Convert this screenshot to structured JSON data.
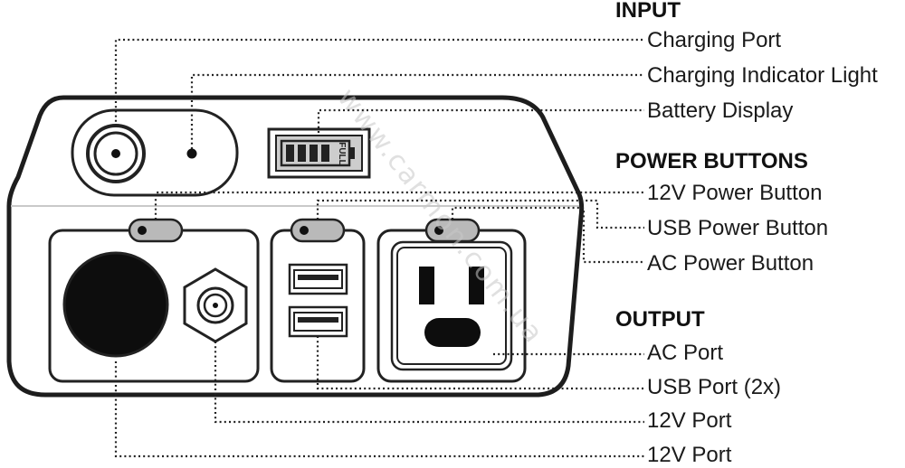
{
  "sections": {
    "input": {
      "heading": "INPUT",
      "items": [
        "Charging  Port",
        "Charging Indicator Light",
        "Battery Display"
      ]
    },
    "power_buttons": {
      "heading": "POWER BUTTONS",
      "items": [
        "12V Power Button",
        "USB Power Button",
        "AC Power Button"
      ]
    },
    "output": {
      "heading": "OUTPUT",
      "items": [
        "AC Port",
        "USB Port (2x)",
        "12V Port",
        "12V Port"
      ]
    }
  },
  "battery_display": {
    "text": "FULL"
  },
  "watermark": "www.carmon.com.ua",
  "colors": {
    "outline": "#1d1d1d",
    "button_fill": "#b9b9b9",
    "background": "#ffffff"
  }
}
